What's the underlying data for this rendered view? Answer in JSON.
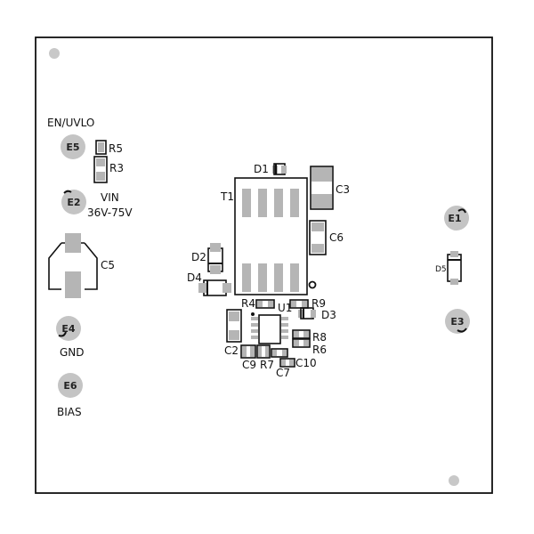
{
  "labels": {
    "en_uvlo": "EN/UVLO",
    "vin": "VIN",
    "vin_range": "36V-75V",
    "gnd": "GND",
    "bias": "BIAS"
  },
  "pads": {
    "e1": "E1",
    "e2": "E2",
    "e3": "E3",
    "e4": "E4",
    "e5": "E5",
    "e6": "E6"
  },
  "refdes": {
    "r3": "R3",
    "r4": "R4",
    "r5": "R5",
    "r6": "R6",
    "r7": "R7",
    "r8": "R8",
    "r9": "R9",
    "c2": "C2",
    "c3": "C3",
    "c5": "C5",
    "c6": "C6",
    "c7": "C7",
    "c9": "C9",
    "c10": "C10",
    "d1": "D1",
    "d2": "D2",
    "d3": "D3",
    "d4": "D4",
    "d5": "D5",
    "t1": "T1",
    "u1": "U1"
  }
}
